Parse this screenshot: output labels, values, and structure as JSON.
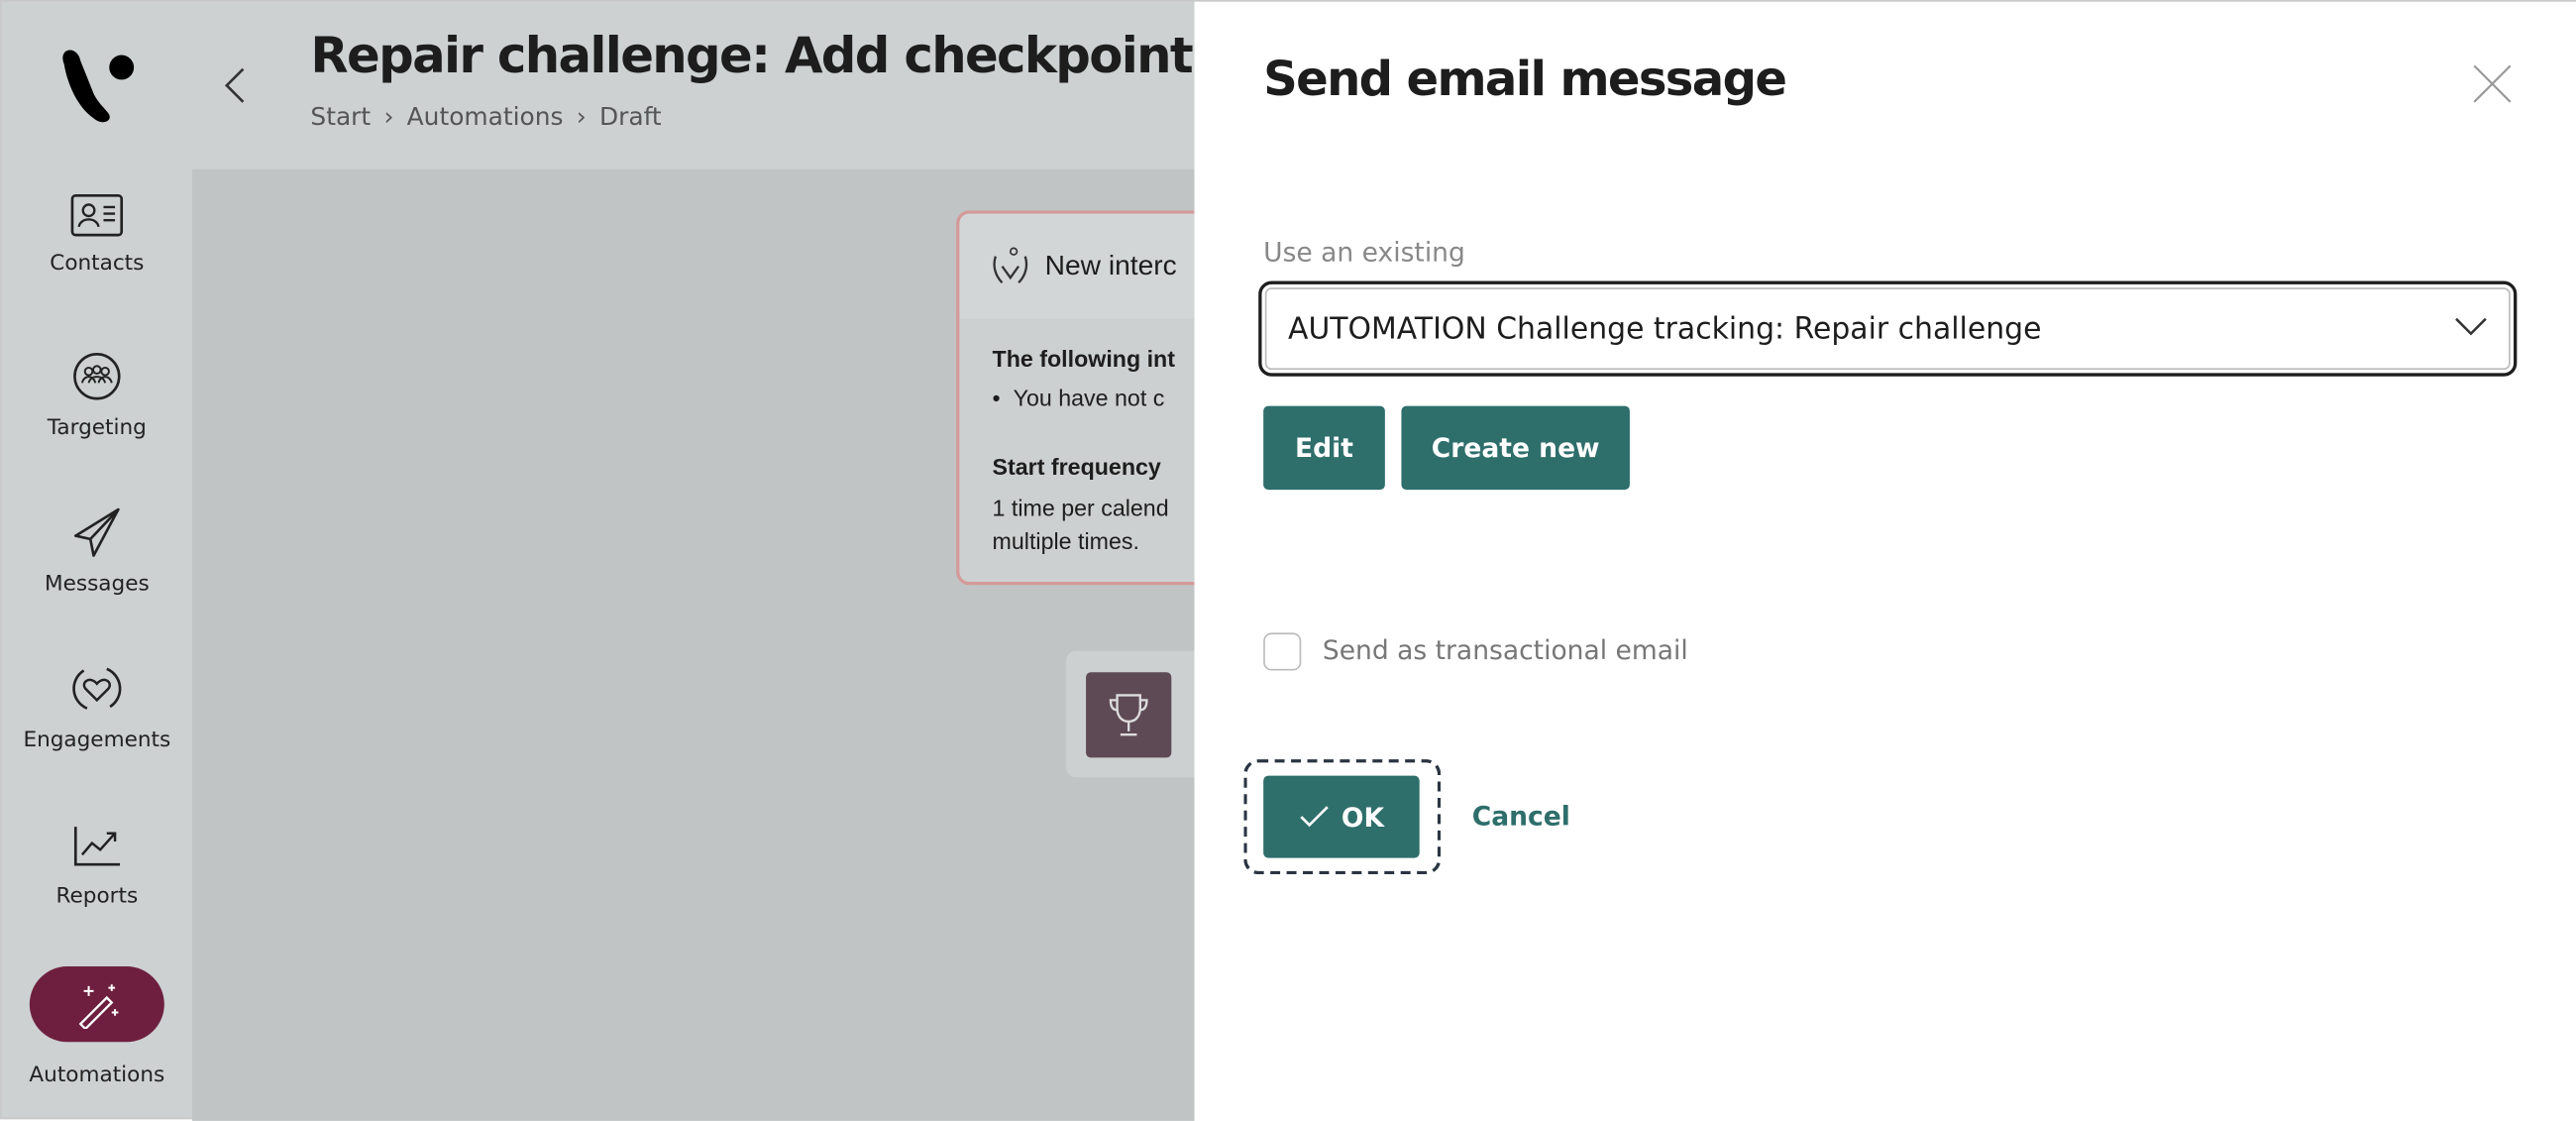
{
  "header": {
    "title": "Repair challenge: Add checkpoint",
    "breadcrumb": [
      "Start",
      "Automations",
      "Draft"
    ]
  },
  "sidebar": {
    "items": [
      {
        "label": "Contacts",
        "icon": "contact-card-icon"
      },
      {
        "label": "Targeting",
        "icon": "group-icon"
      },
      {
        "label": "Messages",
        "icon": "paper-plane-icon"
      },
      {
        "label": "Engagements",
        "icon": "heart-cycle-icon"
      },
      {
        "label": "Reports",
        "icon": "chart-trend-icon"
      },
      {
        "label": "Automations",
        "icon": "magic-wand-icon",
        "active": true
      }
    ],
    "active_color": "#6e1f3f"
  },
  "canvas": {
    "card": {
      "title": "New interc",
      "line1": "The following int",
      "bullet": "You have not c",
      "freq_label": "Start frequency",
      "freq_line1": "1 time per calend",
      "freq_line2": "multiple times."
    }
  },
  "panel": {
    "title": "Send email message",
    "select_label": "Use an existing",
    "select_value": "AUTOMATION Challenge tracking: Repair challenge",
    "edit": "Edit",
    "create_new": "Create new",
    "checkbox_label": "Send as transactional email",
    "checkbox_checked": false,
    "ok": "OK",
    "cancel": "Cancel",
    "accent": "#2e6e6b"
  }
}
